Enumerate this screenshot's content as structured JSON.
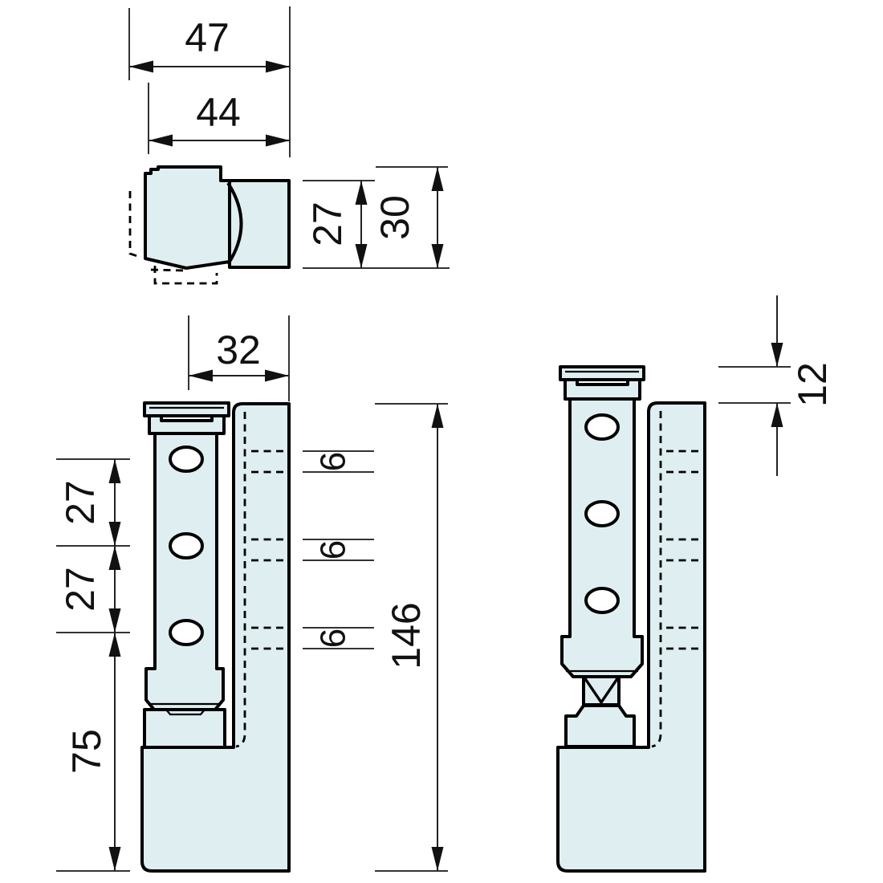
{
  "colors": {
    "part_fill": "#dfeef0",
    "outline": "#000000",
    "dimension": "#222222",
    "background": "#ffffff"
  },
  "dims": {
    "top_view": {
      "outer_width": "47",
      "inner_width": "44",
      "inner_depth": "27",
      "outer_depth": "30"
    },
    "front_view": {
      "leaf_width": "32",
      "hole_pitch_upper": "27",
      "hole_pitch_lower": "27",
      "base_height": "75",
      "overall_height": "146",
      "slot_offset_top": "6",
      "slot_offset_middle": "6",
      "slot_offset_bottom": "6"
    },
    "lifted_view": {
      "lift_height": "12"
    }
  }
}
